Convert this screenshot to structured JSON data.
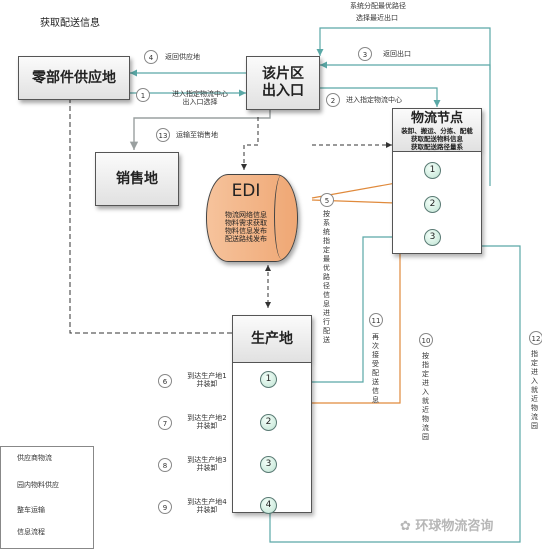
{
  "header": {
    "title": "获取配送信息"
  },
  "boxes": {
    "supplier": "零部件供应地",
    "entry": "该片区\n出入口",
    "sales": "销售地",
    "hub_title": "物流节点",
    "hub_lines": [
      "装卸、搬运、分拣、配载",
      "获取配送物料信息",
      "获取配送路径量系"
    ],
    "production": "生产地"
  },
  "edi": {
    "title": "EDI",
    "lines": [
      "物流网络信息",
      "物料需求获取",
      "物料信息发布",
      "配送路线发布"
    ]
  },
  "hub_nodes": [
    "1",
    "2",
    "3"
  ],
  "prod_nodes": [
    "1",
    "2",
    "3",
    "4"
  ],
  "labels": {
    "n4": "4",
    "l4": "返回供应地",
    "n1": "1",
    "l1": "进入指定物流中心\n出入口选择",
    "n3": "3",
    "l3": "返回出口",
    "n2": "2",
    "l2": "进入指定物流中心",
    "n13": "13",
    "l13": "运输至销售地",
    "top1": "系统分配最优路径",
    "top2": "选择最近出口",
    "n5": "5",
    "l5": "按系统指定最优路径信息进行配送",
    "n11": "11",
    "l11": "再次接受配送信息",
    "n10": "10",
    "l10": "按指定进入就近物流园",
    "n12": "12",
    "l12": "指定进入就近物流园",
    "n6": "6",
    "l6": "到达生产地1\n并装卸",
    "n7": "7",
    "l7": "到达生产地2\n并装卸",
    "n8": "8",
    "l8": "到达生产地3\n并装卸",
    "n9": "9",
    "l9": "到达生产地4\n并装卸"
  },
  "legend": [
    {
      "label": "供应商物流",
      "color": "#5aa8a6"
    },
    {
      "label": "园内物料供应",
      "color": "#e08a3c"
    },
    {
      "label": "整车运输",
      "color": "#9aa0a0"
    },
    {
      "label": "信息流程",
      "color": "#333333"
    }
  ],
  "watermark": "环球物流咨询"
}
